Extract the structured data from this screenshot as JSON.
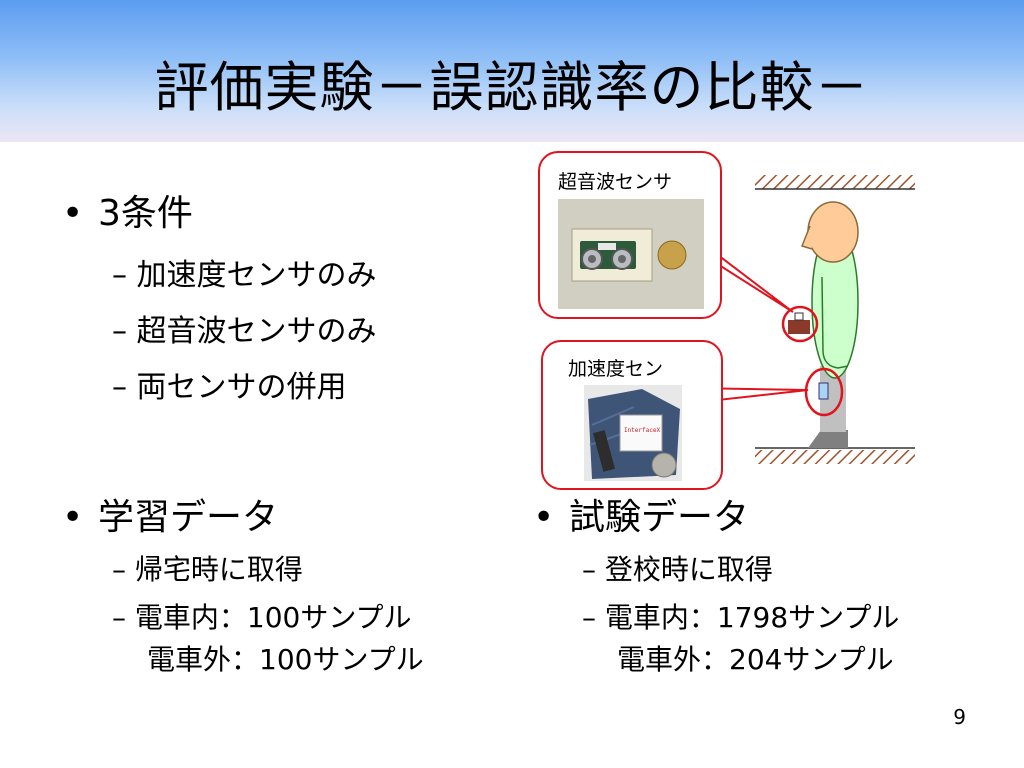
{
  "title": "評価実験－誤認識率の比較－",
  "conditions": {
    "heading": "3条件",
    "items": [
      "加速度センサのみ",
      "超音波センサのみ",
      "両センサの併用"
    ]
  },
  "learning_data": {
    "heading": "学習データ",
    "items": [
      "帰宅時に取得",
      "電車内：100サンプル"
    ],
    "continuation": "電車外：100サンプル"
  },
  "test_data": {
    "heading": "試験データ",
    "items": [
      "登校時に取得",
      "電車内：1798サンプル"
    ],
    "continuation": "電車外：204サンプル"
  },
  "figure": {
    "ultrasonic_label": "超音波センサ",
    "accel_label": "加速度セン",
    "device_text": "InterfaceX"
  },
  "bullet_marker": "•",
  "dash_marker": "–",
  "page_number": "9",
  "colors": {
    "callout_border": "#e0141e",
    "body_fill": "#ccffcc",
    "head_fill": "#ffcc99"
  }
}
